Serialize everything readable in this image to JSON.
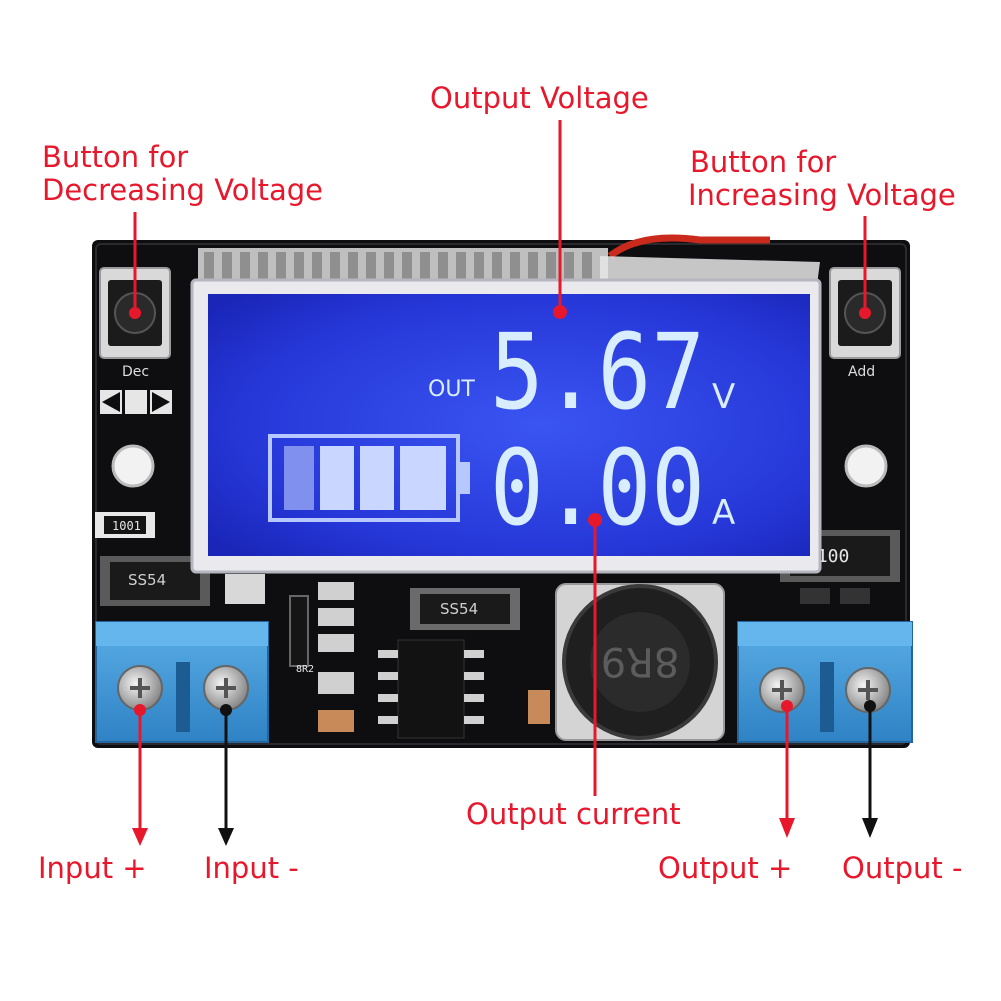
{
  "labels": {
    "output_voltage": "Output Voltage",
    "button_decrease": [
      "Button for",
      "Decreasing Voltage"
    ],
    "button_increase": [
      "Button for",
      "Increasing Voltage"
    ],
    "output_current": "Output current",
    "input_plus": "Input +",
    "input_minus": "Input -",
    "output_plus": "Output +",
    "output_minus": "Output -"
  },
  "lcd": {
    "out_label": "OUT",
    "voltage": "5.67",
    "voltage_unit": "V",
    "current": "0.00",
    "current_unit": "A"
  },
  "silkscreen": {
    "dec": "Dec",
    "add": "Add",
    "r1001": "1001",
    "ss54_left": "SS54",
    "ss54_mid": "SS54",
    "r100": "R100",
    "r8r2": "8R2",
    "inductor": "8R9"
  },
  "colors": {
    "label_red": "#e8182c",
    "arrow_black": "#111111",
    "pcb": "#0e0e10",
    "terminal_blue": "#3b93d1",
    "lcd_blue": "#2e44e0",
    "segment": "#d8eeff"
  }
}
